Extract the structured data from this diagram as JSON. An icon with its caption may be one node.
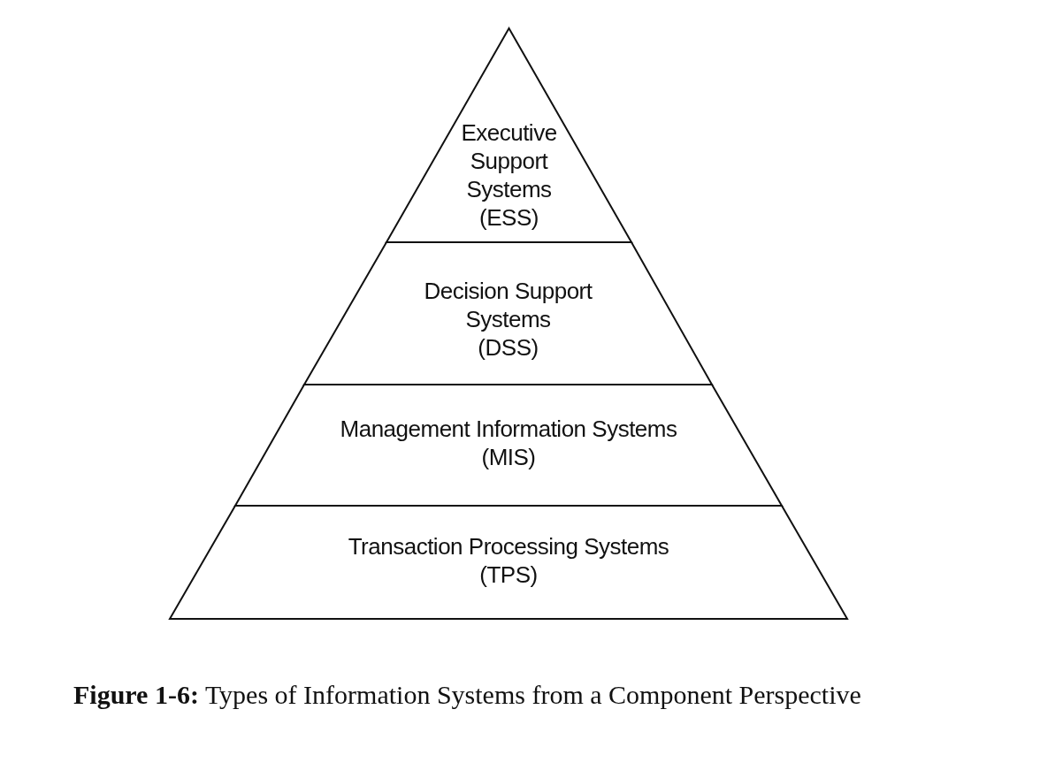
{
  "diagram": {
    "caption": "**Figure 1-6:** Types of Information Systems from a Component Perspective",
    "nodes": [
      {
        "text": [
          "Executive Support Systems (ESS)"
        ]
      },
      {
        "text": [
          "Decision Support Systems (DSS)"
        ]
      },
      {
        "text": [
          "Management Information Systems (MIS)"
        ]
      },
      {
        "text": [
          "Transaction Processing Systems (TPS)"
        ]
      }
    ]
  }
}
